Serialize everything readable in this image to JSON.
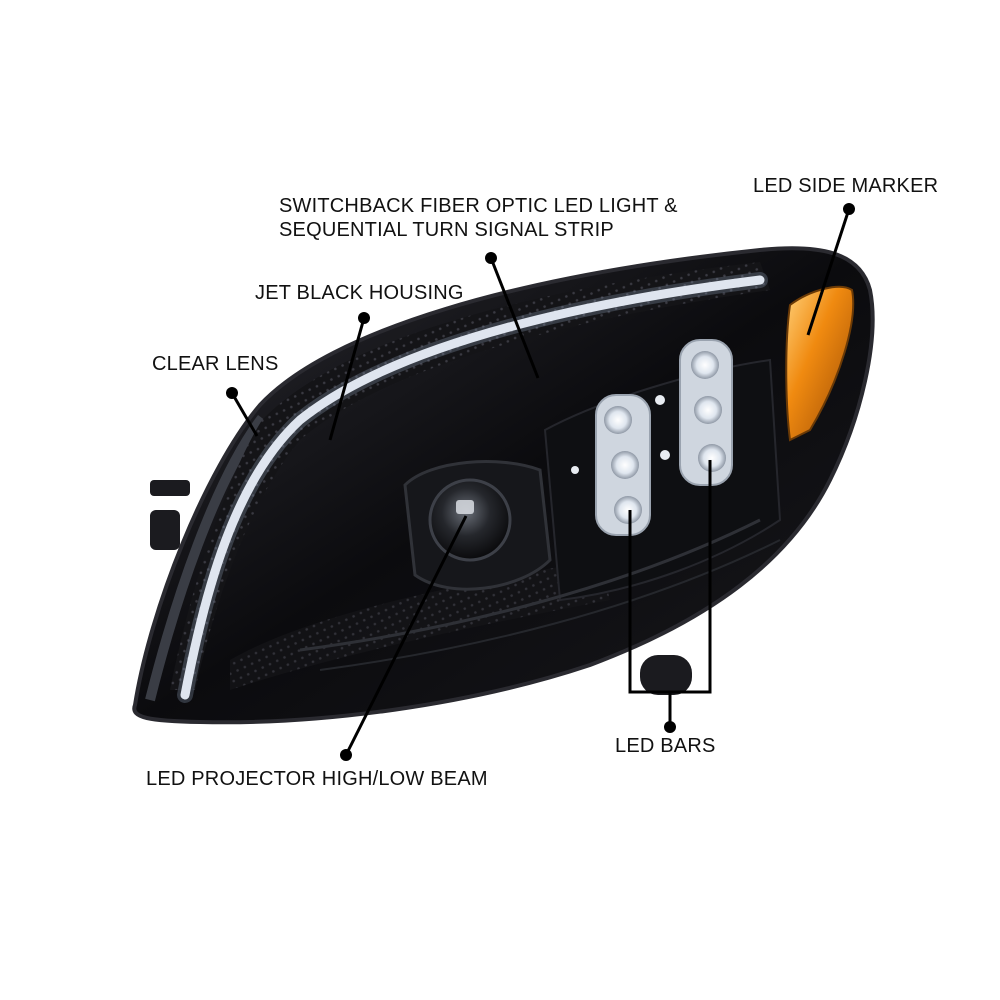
{
  "diagram": {
    "subject": "headlight assembly",
    "colors": {
      "background": "#ffffff",
      "housing": "#0d0d10",
      "housing_edge": "#2a2a30",
      "light_strip": "#f4f6fa",
      "led_bar": "#e8ecf2",
      "amber_marker": "#f08a10",
      "callout_line": "#000000",
      "text": "#111111"
    },
    "callouts": [
      {
        "id": "switchback",
        "lines": [
          "SWITCHBACK FIBER OPTIC LED LIGHT &",
          "SEQUENTIAL TURN SIGNAL STRIP"
        ]
      },
      {
        "id": "side-marker",
        "lines": [
          "LED SIDE MARKER"
        ]
      },
      {
        "id": "housing",
        "lines": [
          "JET BLACK HOUSING"
        ]
      },
      {
        "id": "clear-lens",
        "lines": [
          "CLEAR LENS"
        ]
      },
      {
        "id": "projector",
        "lines": [
          "LED PROJECTOR HIGH/LOW BEAM"
        ]
      },
      {
        "id": "led-bars",
        "lines": [
          "LED BARS"
        ]
      }
    ]
  }
}
